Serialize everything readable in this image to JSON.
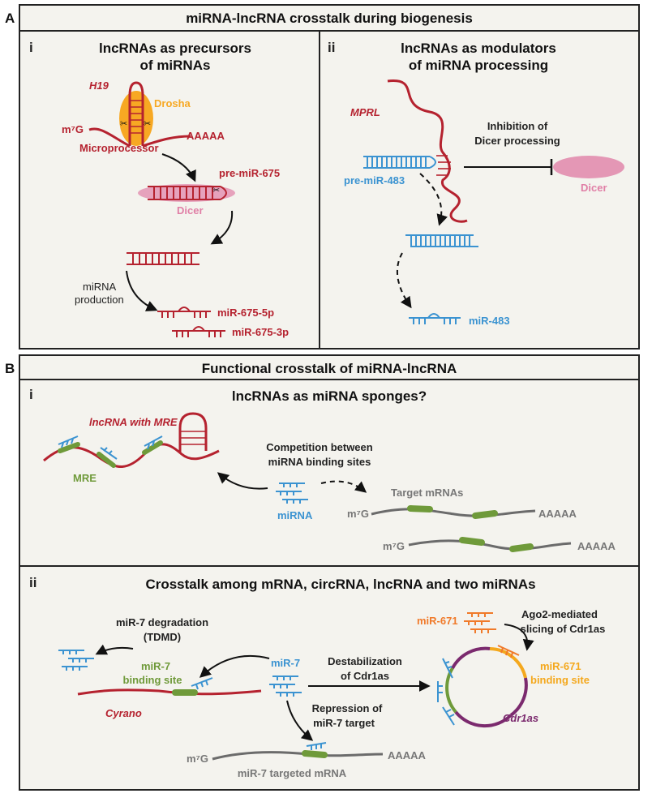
{
  "panel_a": {
    "letter": "A",
    "title": "miRNA-lncRNA crosstalk during biogenesis",
    "sub_i": {
      "letter": "i",
      "title_line1": "lncRNAs as precursors",
      "title_line2": "of miRNAs",
      "h19": "H19",
      "drosha": "Drosha",
      "cap": "m⁷G",
      "polya": "AAAAA",
      "microprocessor": "Microprocessor",
      "pre_mir": "pre-miR-675",
      "dicer": "Dicer",
      "production_line1": "miRNA",
      "production_line2": "production",
      "mir_5p": "miR-675-5p",
      "mir_3p": "miR-675-3p"
    },
    "sub_ii": {
      "letter": "ii",
      "title_line1": "lncRNAs as modulators",
      "title_line2": "of miRNA processing",
      "mprl": "MPRL",
      "inhibition_line1": "Inhibition of",
      "inhibition_line2": "Dicer processing",
      "dicer": "Dicer",
      "pre_mir": "pre-miR-483",
      "mir": "miR-483"
    }
  },
  "panel_b": {
    "letter": "B",
    "title": "Functional crosstalk of miRNA-lncRNA",
    "sub_i": {
      "letter": "i",
      "title": "lncRNAs as miRNA sponges?",
      "lncrna_mre": "lncRNA with MRE",
      "mre": "MRE",
      "competition_line1": "Competition between",
      "competition_line2": "miRNA binding sites",
      "target": "Target mRNAs",
      "mirna": "miRNA",
      "cap": "m⁷G",
      "polya": "AAAAA"
    },
    "sub_ii": {
      "letter": "ii",
      "title": "Crosstalk among mRNA, circRNA, lncRNA and two miRNAs",
      "degradation_line1": "miR-7 degradation",
      "degradation_line2": "(TDMD)",
      "binding_line1": "miR-7",
      "binding_line2": "binding site",
      "cyrano": "Cyrano",
      "mir7": "miR-7",
      "destab_line1": "Destabilization",
      "destab_line2": "of Cdr1as",
      "repression_line1": "Repression of",
      "repression_line2": "miR-7 target",
      "cap": "m⁷G",
      "polya": "AAAAA",
      "targeted": "miR-7 targeted mRNA",
      "mir671": "miR-671",
      "ago2_line1": "Ago2-mediated",
      "ago2_line2": "slicing of Cdr1as",
      "mir671_site_line1": "miR-671",
      "mir671_site_line2": "binding site",
      "cdr1as": "Cdr1as"
    }
  },
  "colors": {
    "lncrna_red": "#b5222f",
    "mirna_blue": "#3b93d1",
    "mre_green": "#6f9a3a",
    "mrna_gray": "#6b6b6b",
    "drosha_orange": "#f7a823",
    "dicer_pink": "#e07fa6",
    "mir671_orange": "#f07a2a",
    "cdr1as_purple": "#7b2a6e",
    "panel_bg": "#f4f3ee"
  }
}
